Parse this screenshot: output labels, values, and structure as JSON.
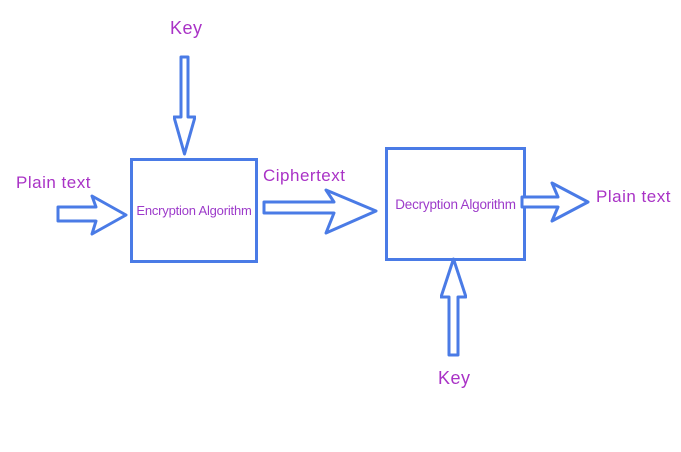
{
  "labels": {
    "key_top": "Key",
    "key_bottom": "Key",
    "plain_text_left": "Plain text",
    "plain_text_right": "Plain text",
    "ciphertext": "Ciphertext"
  },
  "boxes": {
    "encryption": "Encryption Algorithm",
    "decryption": "Decryption Algorithm"
  },
  "colors": {
    "line_blue": "#4a7be6",
    "label_magenta": "#a932c6",
    "box_text": "#9d3bca"
  }
}
